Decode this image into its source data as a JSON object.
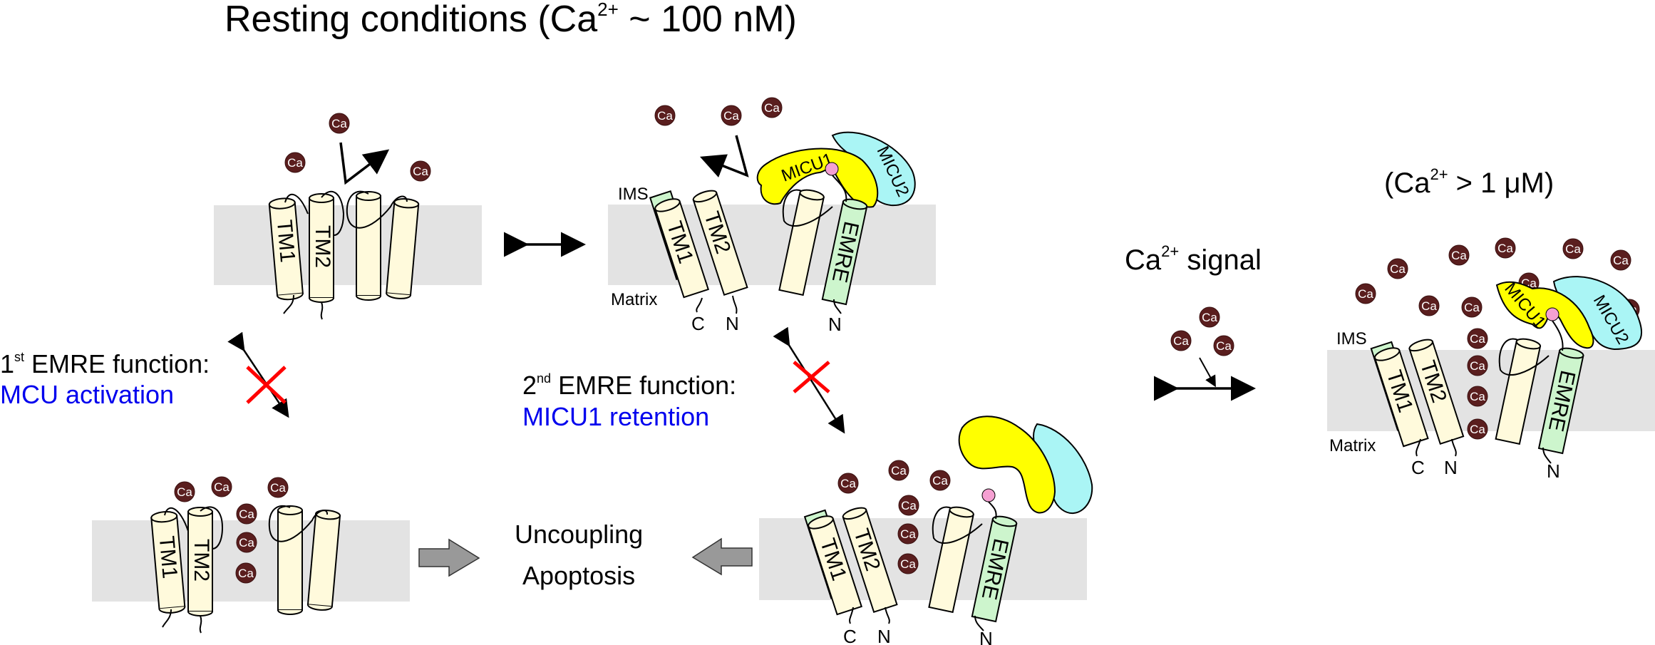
{
  "titles": {
    "resting": {
      "main": "Resting conditions (Ca",
      "sup": "2+",
      "tail": " ~ 100 nM)"
    },
    "high": {
      "main": "(Ca",
      "sup": "2+",
      "tail": " > 1 μM)"
    },
    "signal": {
      "main": "Ca",
      "sup": "2+",
      "tail": " signal"
    }
  },
  "functions": {
    "first": {
      "num": "1",
      "sup": "st",
      "text": " EMRE function:",
      "role": "MCU activation"
    },
    "second": {
      "num": "2",
      "sup": "nd",
      "text": " EMRE function:",
      "role": "MICU1 retention"
    }
  },
  "outcome": {
    "line1": "Uncoupling",
    "line2": "Apoptosis"
  },
  "labels": {
    "ims": "IMS",
    "matrix": "Matrix",
    "tm1": "TM1",
    "tm2": "TM2",
    "emre": "EMRE",
    "micu1": "MICU1",
    "micu2": "MICU2",
    "c_term": "C",
    "n_term": "N",
    "ca": "Ca"
  },
  "colors": {
    "membrane": "#e3e3e3",
    "helix_fill": "#fffadc",
    "emre_fill": "#cdf5cd",
    "micu1_fill": "#ffff00",
    "micu2_fill": "#aaf5f5",
    "calcium_fill": "#5a1e1e",
    "charge_fill": "#f5a0d2",
    "role_text": "#0000ee",
    "block_x": "#ff0000",
    "block_arrow": "#999999"
  },
  "panels": [
    {
      "id": "resting-no-emre",
      "emre": false,
      "micu": false,
      "calcium_in_pore": 0
    },
    {
      "id": "resting-with-emre-micu",
      "emre": true,
      "micu": true,
      "calcium_in_pore": 0
    },
    {
      "id": "no-micu1-retention",
      "emre": true,
      "micu": "detached",
      "calcium_in_pore": 3
    },
    {
      "id": "no-emre-leak",
      "emre": false,
      "micu": false,
      "calcium_in_pore": 3
    },
    {
      "id": "high-calcium",
      "emre": true,
      "micu": true,
      "calcium_in_pore": 4
    }
  ]
}
